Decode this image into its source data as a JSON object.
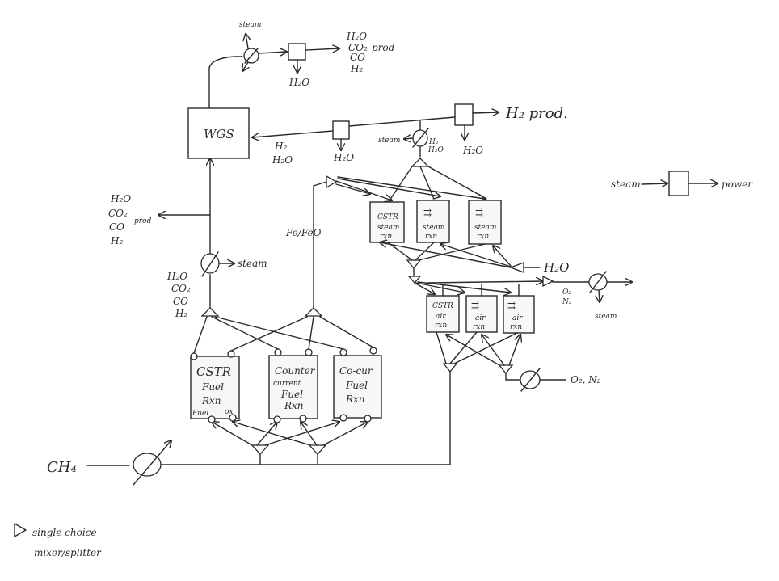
{
  "diagram": {
    "units": {
      "wgs": "WGS",
      "fuel_cstr": [
        "CSTR",
        "Fuel",
        "Rxn"
      ],
      "fuel_counter": [
        "Counter",
        "current",
        "Fuel",
        "Rxn"
      ],
      "fuel_cocur": [
        "Co-cur",
        "Fuel",
        "Rxn"
      ],
      "fuel_sub": [
        "Fuel",
        "ox"
      ],
      "steam_cstr": [
        "CSTR",
        "steam",
        "rxn"
      ],
      "steam_arrow": "⇉",
      "steam_rxn": [
        "steam",
        "rxn"
      ],
      "air_cstr": [
        "CSTR",
        "air",
        "rxn"
      ],
      "air_rxn": [
        "air",
        "rxn"
      ]
    },
    "streams": {
      "ch4": "CH₄",
      "fe_feo": "Fe/FeO",
      "h2o": "H₂O",
      "h2_prod": "H₂ prod.",
      "steam": "steam",
      "power": "power",
      "o2_n2": "O₂, N₂",
      "o2": "O₂",
      "n2": "N₂",
      "wgs_prod": [
        "H₂O",
        "CO₂",
        "CO",
        "H₂"
      ],
      "prod": "prod",
      "left_prod": [
        "H₂O",
        "CO₂",
        "CO",
        "H₂"
      ],
      "fuel_out": [
        "H₂O",
        "CO₂",
        "CO",
        "H₂"
      ],
      "h2_h2o": [
        "H₂",
        "H₂O"
      ],
      "h2_h2o_small": [
        "H₂",
        "H₂O"
      ],
      "top_steam": "steam"
    },
    "legend": [
      "single choice",
      "mixer/splitter"
    ]
  }
}
